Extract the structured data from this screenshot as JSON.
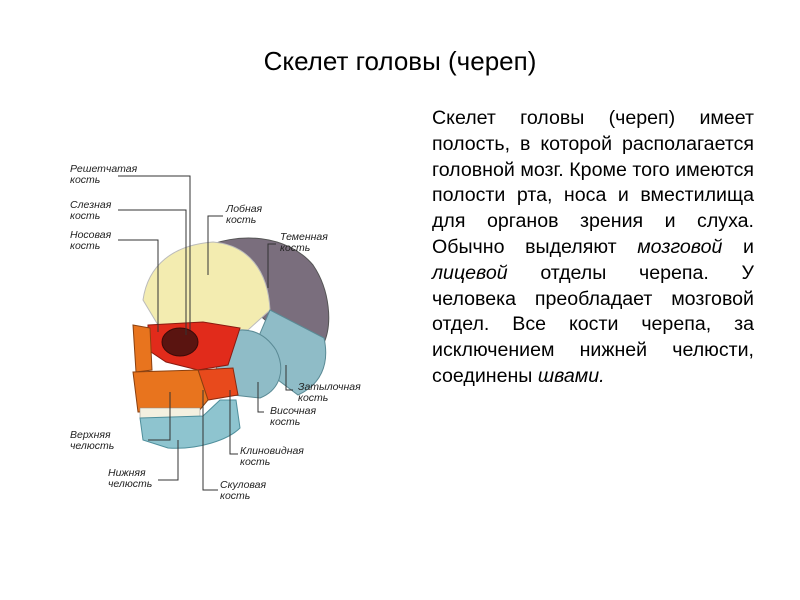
{
  "slide": {
    "title": "Скелет головы (череп)"
  },
  "figure": {
    "labels": {
      "ethmoid": [
        "Решетчатая",
        "кость"
      ],
      "lacrimal": [
        "Слезная",
        "кость"
      ],
      "nasal": [
        "Носовая",
        "кость"
      ],
      "frontal": [
        "Лобная",
        "кость"
      ],
      "parietal": [
        "Теменная",
        "кость"
      ],
      "occipital": [
        "Затылочная",
        "кость"
      ],
      "temporal": [
        "Височная",
        "кость"
      ],
      "sphenoid": [
        "Клиновидная",
        "кость"
      ],
      "zygomatic": [
        "Скуловая",
        "кость"
      ],
      "maxilla": [
        "Верхняя",
        "челюсть"
      ],
      "mandible": [
        "Нижняя",
        "челюсть"
      ]
    },
    "colors": {
      "frontal": "#f3ecb0",
      "parietal": "#7a6e7d",
      "occipital": "#8fbcc7",
      "temporal": "#8fbcc7",
      "sphenoid": "#e12b1b",
      "zygomatic": "#e84a1c",
      "maxilla": "#e8741e",
      "mandible": "#8ec4cf",
      "nasal": "#e8741e"
    }
  },
  "text": {
    "p1": "Скелет головы (череп) имеет полость, в которой располагается головной мозг. Кроме того имеются полости рта, носа и вместилища для органов зрения и слуха. Обычно выделяют ",
    "em1": "мозговой",
    "p2": " и ",
    "em2": "лицевой",
    "p3": " отделы черепа. У человека преобладает мозговой отдел. Все кости черепа, за исключением нижней челюсти, соединены ",
    "em3": "швами."
  }
}
